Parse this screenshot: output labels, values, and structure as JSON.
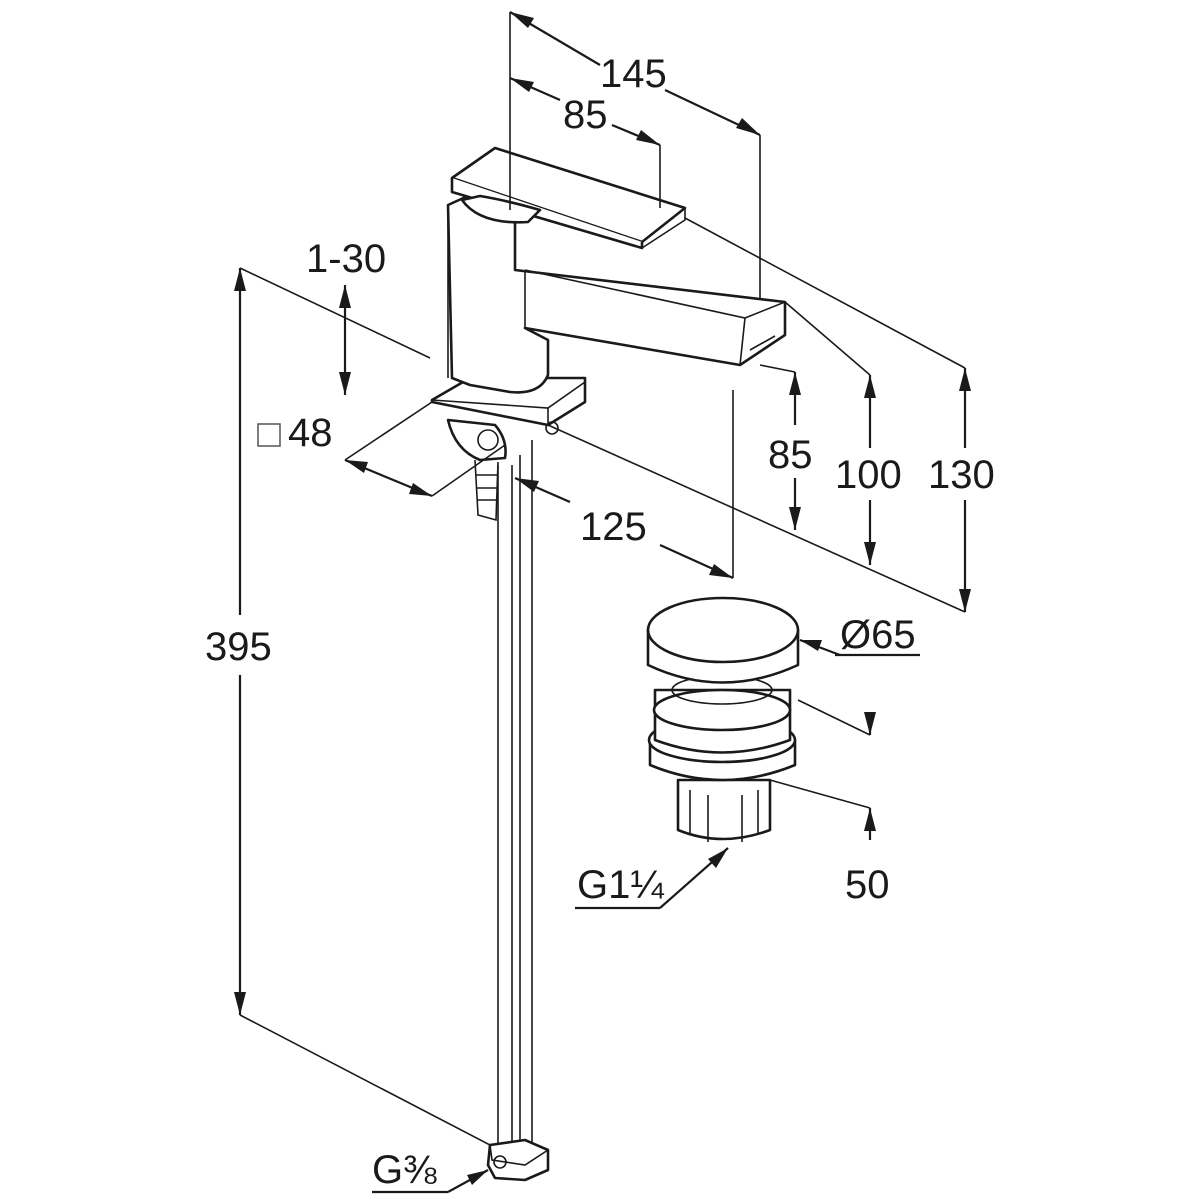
{
  "dimensions": {
    "overall_reach": "145",
    "lever_length": "85",
    "lever_angle": "1-30",
    "base_size": "48",
    "spout_reach": "125",
    "spout_outlet_height": "85",
    "spout_height": "100",
    "total_height": "130",
    "supply_hose_length": "395",
    "waste_cap_diameter": "Ø65",
    "waste_height": "50",
    "waste_thread": "G1¼",
    "hose_thread": "G⅜"
  },
  "icons": {
    "base_size_symbol": "square-outline-icon"
  }
}
